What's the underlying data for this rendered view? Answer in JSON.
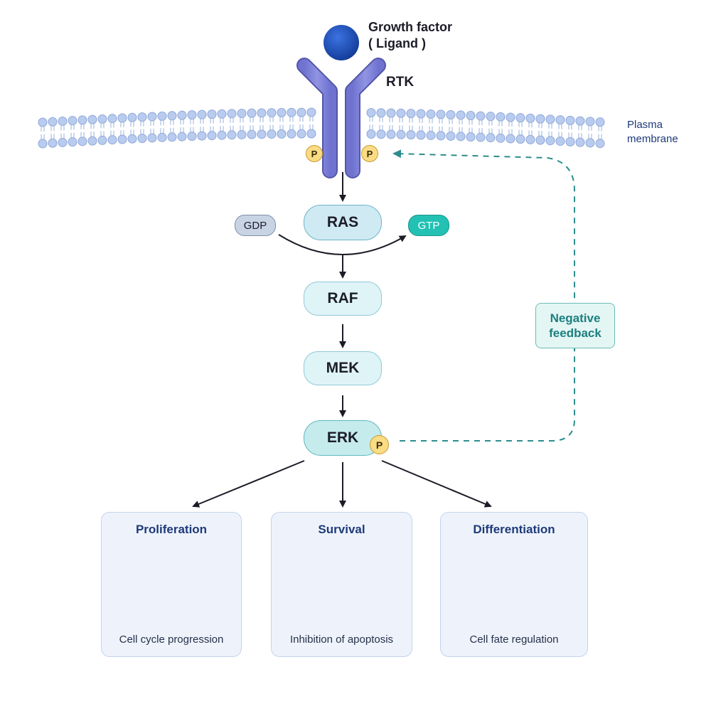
{
  "ligand": {
    "label_line1": "Growth factor",
    "label_line2": "( Ligand )"
  },
  "receptor": {
    "label": "RTK"
  },
  "membrane": {
    "label_line1": "Plasma",
    "label_line2": "membrane"
  },
  "phospho_label": "P",
  "cascade": {
    "ras": "RAS",
    "raf": "RAF",
    "mek": "MEK",
    "erk": "ERK",
    "gdp": "GDP",
    "gtp": "GTP"
  },
  "feedback": {
    "label_line1": "Negative",
    "label_line2": "feedback"
  },
  "outcomes": [
    {
      "title": "Proliferation",
      "caption": "Cell cycle progression",
      "icon": "cell-cluster-icon"
    },
    {
      "title": "Survival",
      "caption": "Inhibition of apoptosis",
      "icon": "shield-check-icon"
    },
    {
      "title": "Differentiation",
      "caption": "Cell fate regulation",
      "icon": "neuron-icon"
    }
  ],
  "colors": {
    "receptor": "#7c7fd4",
    "ligand": "#1f4fb8",
    "pathway_fill": "#cfeff1",
    "gtp": "#22c1b4",
    "gdp": "#c8d4e4",
    "feedback": "#2c8d8d",
    "phosphate": "#f9dc84"
  }
}
